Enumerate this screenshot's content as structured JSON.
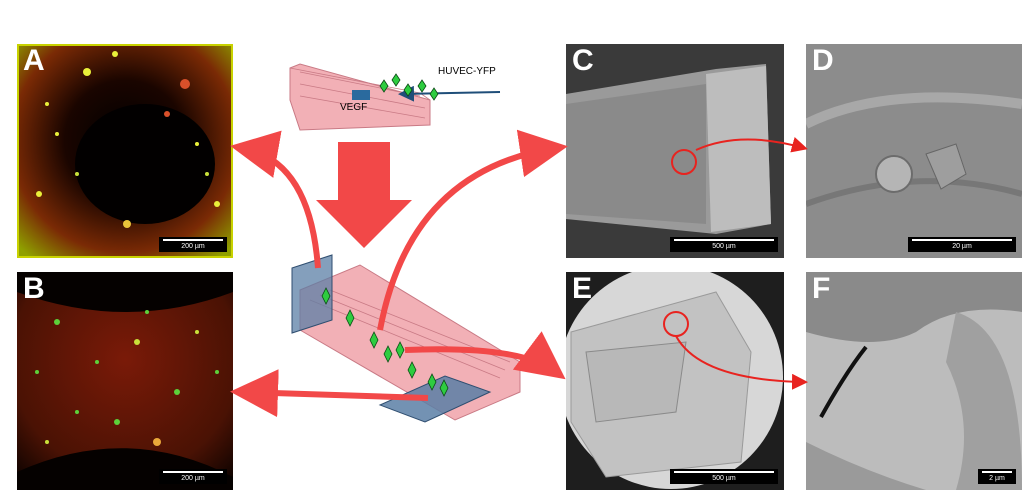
{
  "panels": {
    "a": {
      "letter": "A",
      "scale": "200 µm"
    },
    "b": {
      "letter": "B",
      "scale": "200 µm"
    },
    "c": {
      "letter": "C",
      "scale": "500 µm"
    },
    "d": {
      "letter": "D",
      "scale": "20 µm"
    },
    "e": {
      "letter": "E",
      "scale": "500 µm"
    },
    "f": {
      "letter": "F",
      "scale": "2 µm"
    }
  },
  "labels": {
    "cells": "HUVEC-YFP",
    "factor": "VEGF"
  },
  "colors": {
    "arrow": "#f24848",
    "device": "#f2b0b6",
    "cell": "#2ecc40",
    "slice": "#5b7fa6",
    "needle": "#1f4e79"
  }
}
